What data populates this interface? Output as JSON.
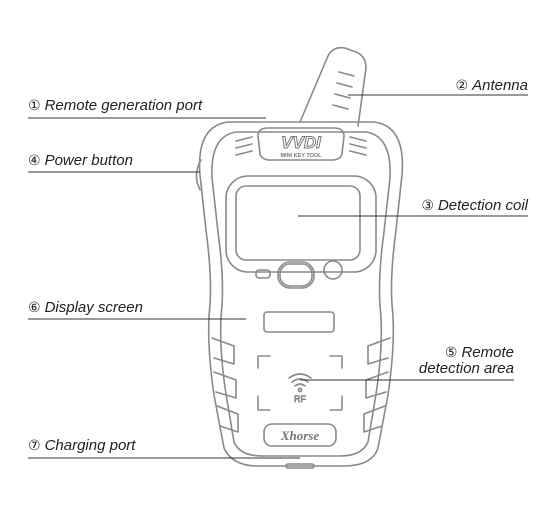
{
  "device": {
    "logo_text": "VVDI",
    "logo_sub": "MINI KEY TOOL",
    "brand_text": "Xhorse",
    "rf_text": "RF"
  },
  "labels": {
    "remote_generation_port": {
      "num": "①",
      "text": "Remote generation port"
    },
    "antenna": {
      "num": "②",
      "text": "Antenna"
    },
    "detection_coil": {
      "num": "③",
      "text": "Detection coil"
    },
    "power_button": {
      "num": "④",
      "text": "Power button"
    },
    "remote_detection_area": {
      "num": "⑤",
      "text": "Remote",
      "text2": "detection area"
    },
    "display_screen": {
      "num": "⑥",
      "text": "Display screen"
    },
    "charging_port": {
      "num": "⑦",
      "text": "Charging port"
    }
  },
  "colors": {
    "outline": "#8a8a8a",
    "leader": "#333333",
    "text": "#222222"
  }
}
